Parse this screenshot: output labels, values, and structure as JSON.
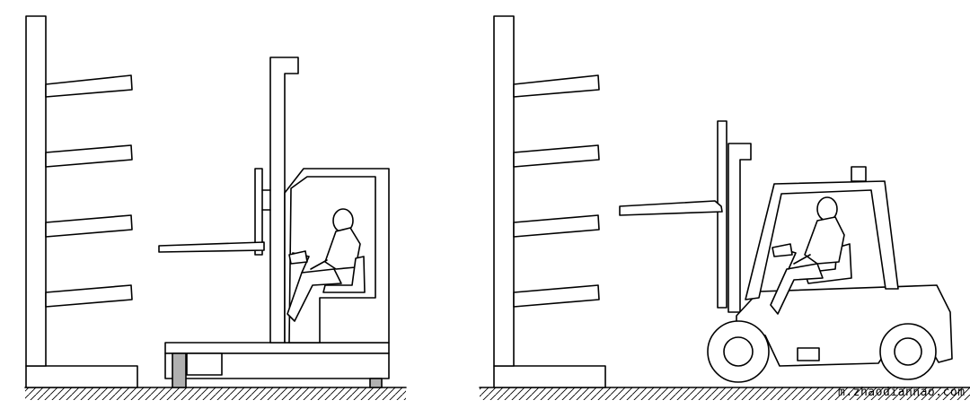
{
  "watermark": "m.zhaodiannao.com",
  "colors": {
    "line": "#000000",
    "background": "#ffffff",
    "support": "#b0b0b0"
  },
  "panels": [
    {
      "name": "narrow-aisle-reach-truck",
      "racks": 4
    },
    {
      "name": "counterbalance-forklift",
      "racks": 4
    }
  ]
}
